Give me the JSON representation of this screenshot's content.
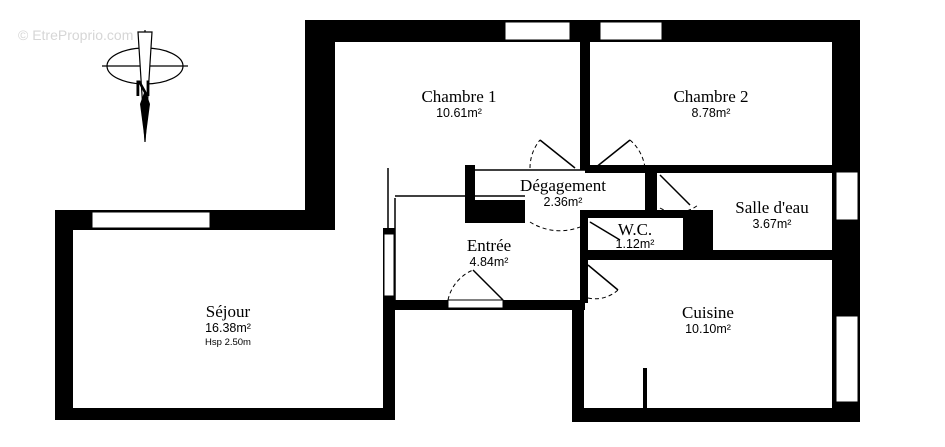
{
  "watermark": "© EtreProprio.com",
  "compass": {
    "label": "N"
  },
  "rooms": {
    "chambre1": {
      "name": "Chambre 1",
      "area": "10.61m²"
    },
    "chambre2": {
      "name": "Chambre 2",
      "area": "8.78m²"
    },
    "degagement": {
      "name": "Dégagement",
      "area": "2.36m²"
    },
    "salle_eau": {
      "name": "Salle d'eau",
      "area": "3.67m²"
    },
    "wc": {
      "name": "W.C.",
      "area": "1.12m²"
    },
    "entree": {
      "name": "Entrée",
      "area": "4.84m²"
    },
    "sejour": {
      "name": "Séjour",
      "area": "16.38m²",
      "hsp": "Hsp 2.50m"
    },
    "cuisine": {
      "name": "Cuisine",
      "area": "10.10m²"
    }
  }
}
